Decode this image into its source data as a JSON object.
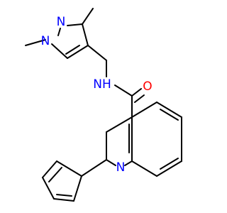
{
  "molecule": {
    "colors": {
      "bond": "#000000",
      "N": "#0000ff",
      "O": "#ff0000",
      "aromatic_highlight": "#f28a8a"
    },
    "atoms": [
      {
        "id": "n_pyr1",
        "element": "N",
        "label": "N"
      },
      {
        "id": "n_pyr2",
        "element": "N",
        "label": "N"
      },
      {
        "id": "n_amide",
        "element": "NH",
        "label": "NH"
      },
      {
        "id": "o_carbonyl",
        "element": "O",
        "label": "O"
      },
      {
        "id": "n_quin",
        "element": "N",
        "label": "N"
      }
    ]
  }
}
